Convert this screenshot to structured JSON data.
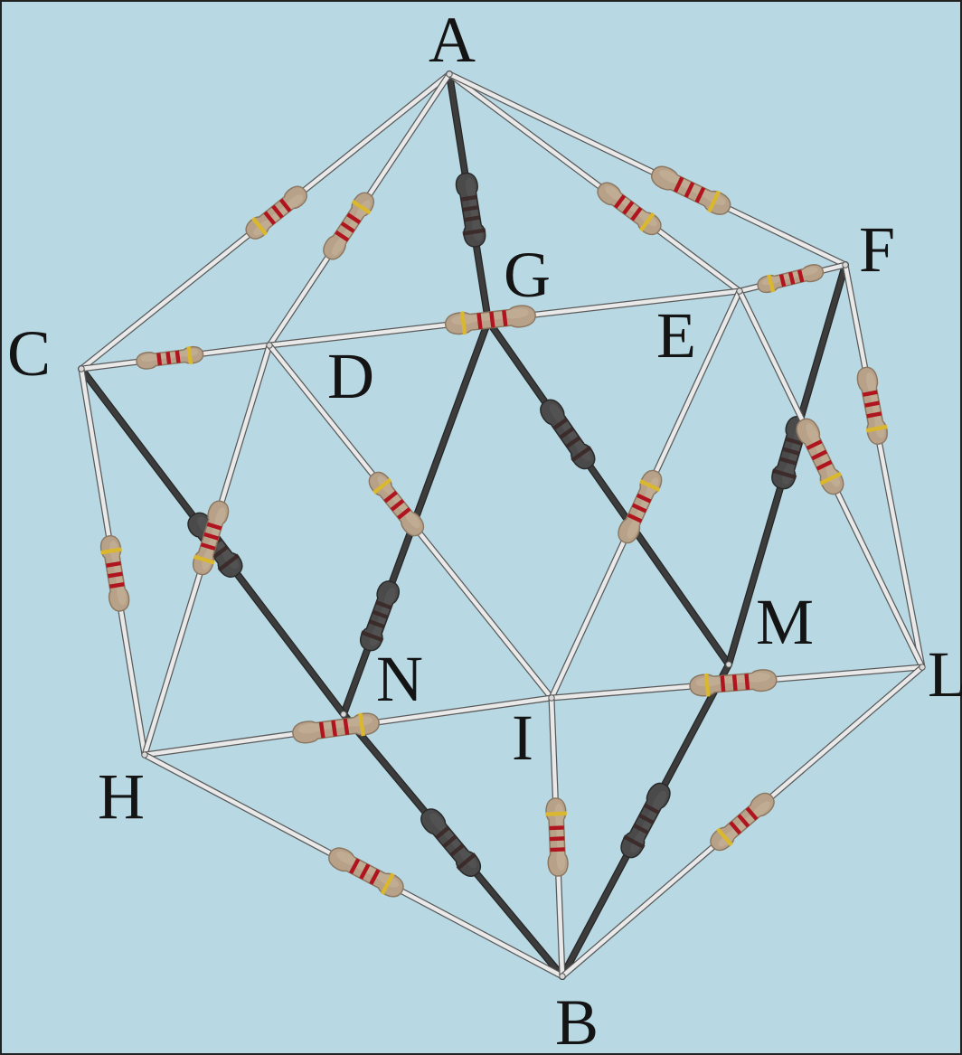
{
  "colors": {
    "background": "#b8d9e3",
    "border": "#222222",
    "front_wire": "#c9c9c9",
    "front_wire_edge": "#5a5a5a",
    "back_wire": "#3c3c3c",
    "back_wire_edge": "#262626",
    "resistor_body": "#b7a188",
    "resistor_body_edge": "#8c7862",
    "back_resistor_body": "#4a4a4a",
    "band_red": "#b0141e",
    "band_gold": "#d9b830",
    "back_band": "#3a2626",
    "label": "#141414"
  },
  "vertices": [
    {
      "id": "A",
      "label": "A"
    },
    {
      "id": "B",
      "label": "B"
    },
    {
      "id": "C",
      "label": "C"
    },
    {
      "id": "D",
      "label": "D"
    },
    {
      "id": "E",
      "label": "E"
    },
    {
      "id": "F",
      "label": "F"
    },
    {
      "id": "G",
      "label": "G"
    },
    {
      "id": "H",
      "label": "H"
    },
    {
      "id": "I",
      "label": "I"
    },
    {
      "id": "L",
      "label": "L"
    },
    {
      "id": "M",
      "label": "M"
    },
    {
      "id": "N",
      "label": "N"
    }
  ],
  "edges": [
    {
      "a": "A",
      "b": "C",
      "layer": "front",
      "resistor": true
    },
    {
      "a": "A",
      "b": "D",
      "layer": "front",
      "resistor": true
    },
    {
      "a": "A",
      "b": "E",
      "layer": "front",
      "resistor": true
    },
    {
      "a": "A",
      "b": "F",
      "layer": "front",
      "resistor": true
    },
    {
      "a": "A",
      "b": "G",
      "layer": "back",
      "resistor": true
    },
    {
      "a": "C",
      "b": "D",
      "layer": "front",
      "resistor": true
    },
    {
      "a": "D",
      "b": "E",
      "layer": "front",
      "resistor": true
    },
    {
      "a": "E",
      "b": "F",
      "layer": "front",
      "resistor": true
    },
    {
      "a": "F",
      "b": "L",
      "layer": "front",
      "resistor": true
    },
    {
      "a": "C",
      "b": "H",
      "layer": "front",
      "resistor": true
    },
    {
      "a": "D",
      "b": "H",
      "layer": "front",
      "resistor": true
    },
    {
      "a": "D",
      "b": "I",
      "layer": "front",
      "resistor": true
    },
    {
      "a": "E",
      "b": "I",
      "layer": "front",
      "resistor": true
    },
    {
      "a": "E",
      "b": "L",
      "layer": "front",
      "resistor": true
    },
    {
      "a": "H",
      "b": "I",
      "layer": "front",
      "resistor": true
    },
    {
      "a": "I",
      "b": "L",
      "layer": "front",
      "resistor": true
    },
    {
      "a": "H",
      "b": "B",
      "layer": "front",
      "resistor": true
    },
    {
      "a": "I",
      "b": "B",
      "layer": "front",
      "resistor": true
    },
    {
      "a": "L",
      "b": "B",
      "layer": "front",
      "resistor": true
    },
    {
      "a": "G",
      "b": "N",
      "layer": "back",
      "resistor": true
    },
    {
      "a": "G",
      "b": "M",
      "layer": "back",
      "resistor": true
    },
    {
      "a": "C",
      "b": "N",
      "layer": "back",
      "resistor": true
    },
    {
      "a": "F",
      "b": "M",
      "layer": "back",
      "resistor": true
    },
    {
      "a": "N",
      "b": "B",
      "layer": "back",
      "resistor": true
    },
    {
      "a": "M",
      "b": "B",
      "layer": "back",
      "resistor": true
    }
  ]
}
